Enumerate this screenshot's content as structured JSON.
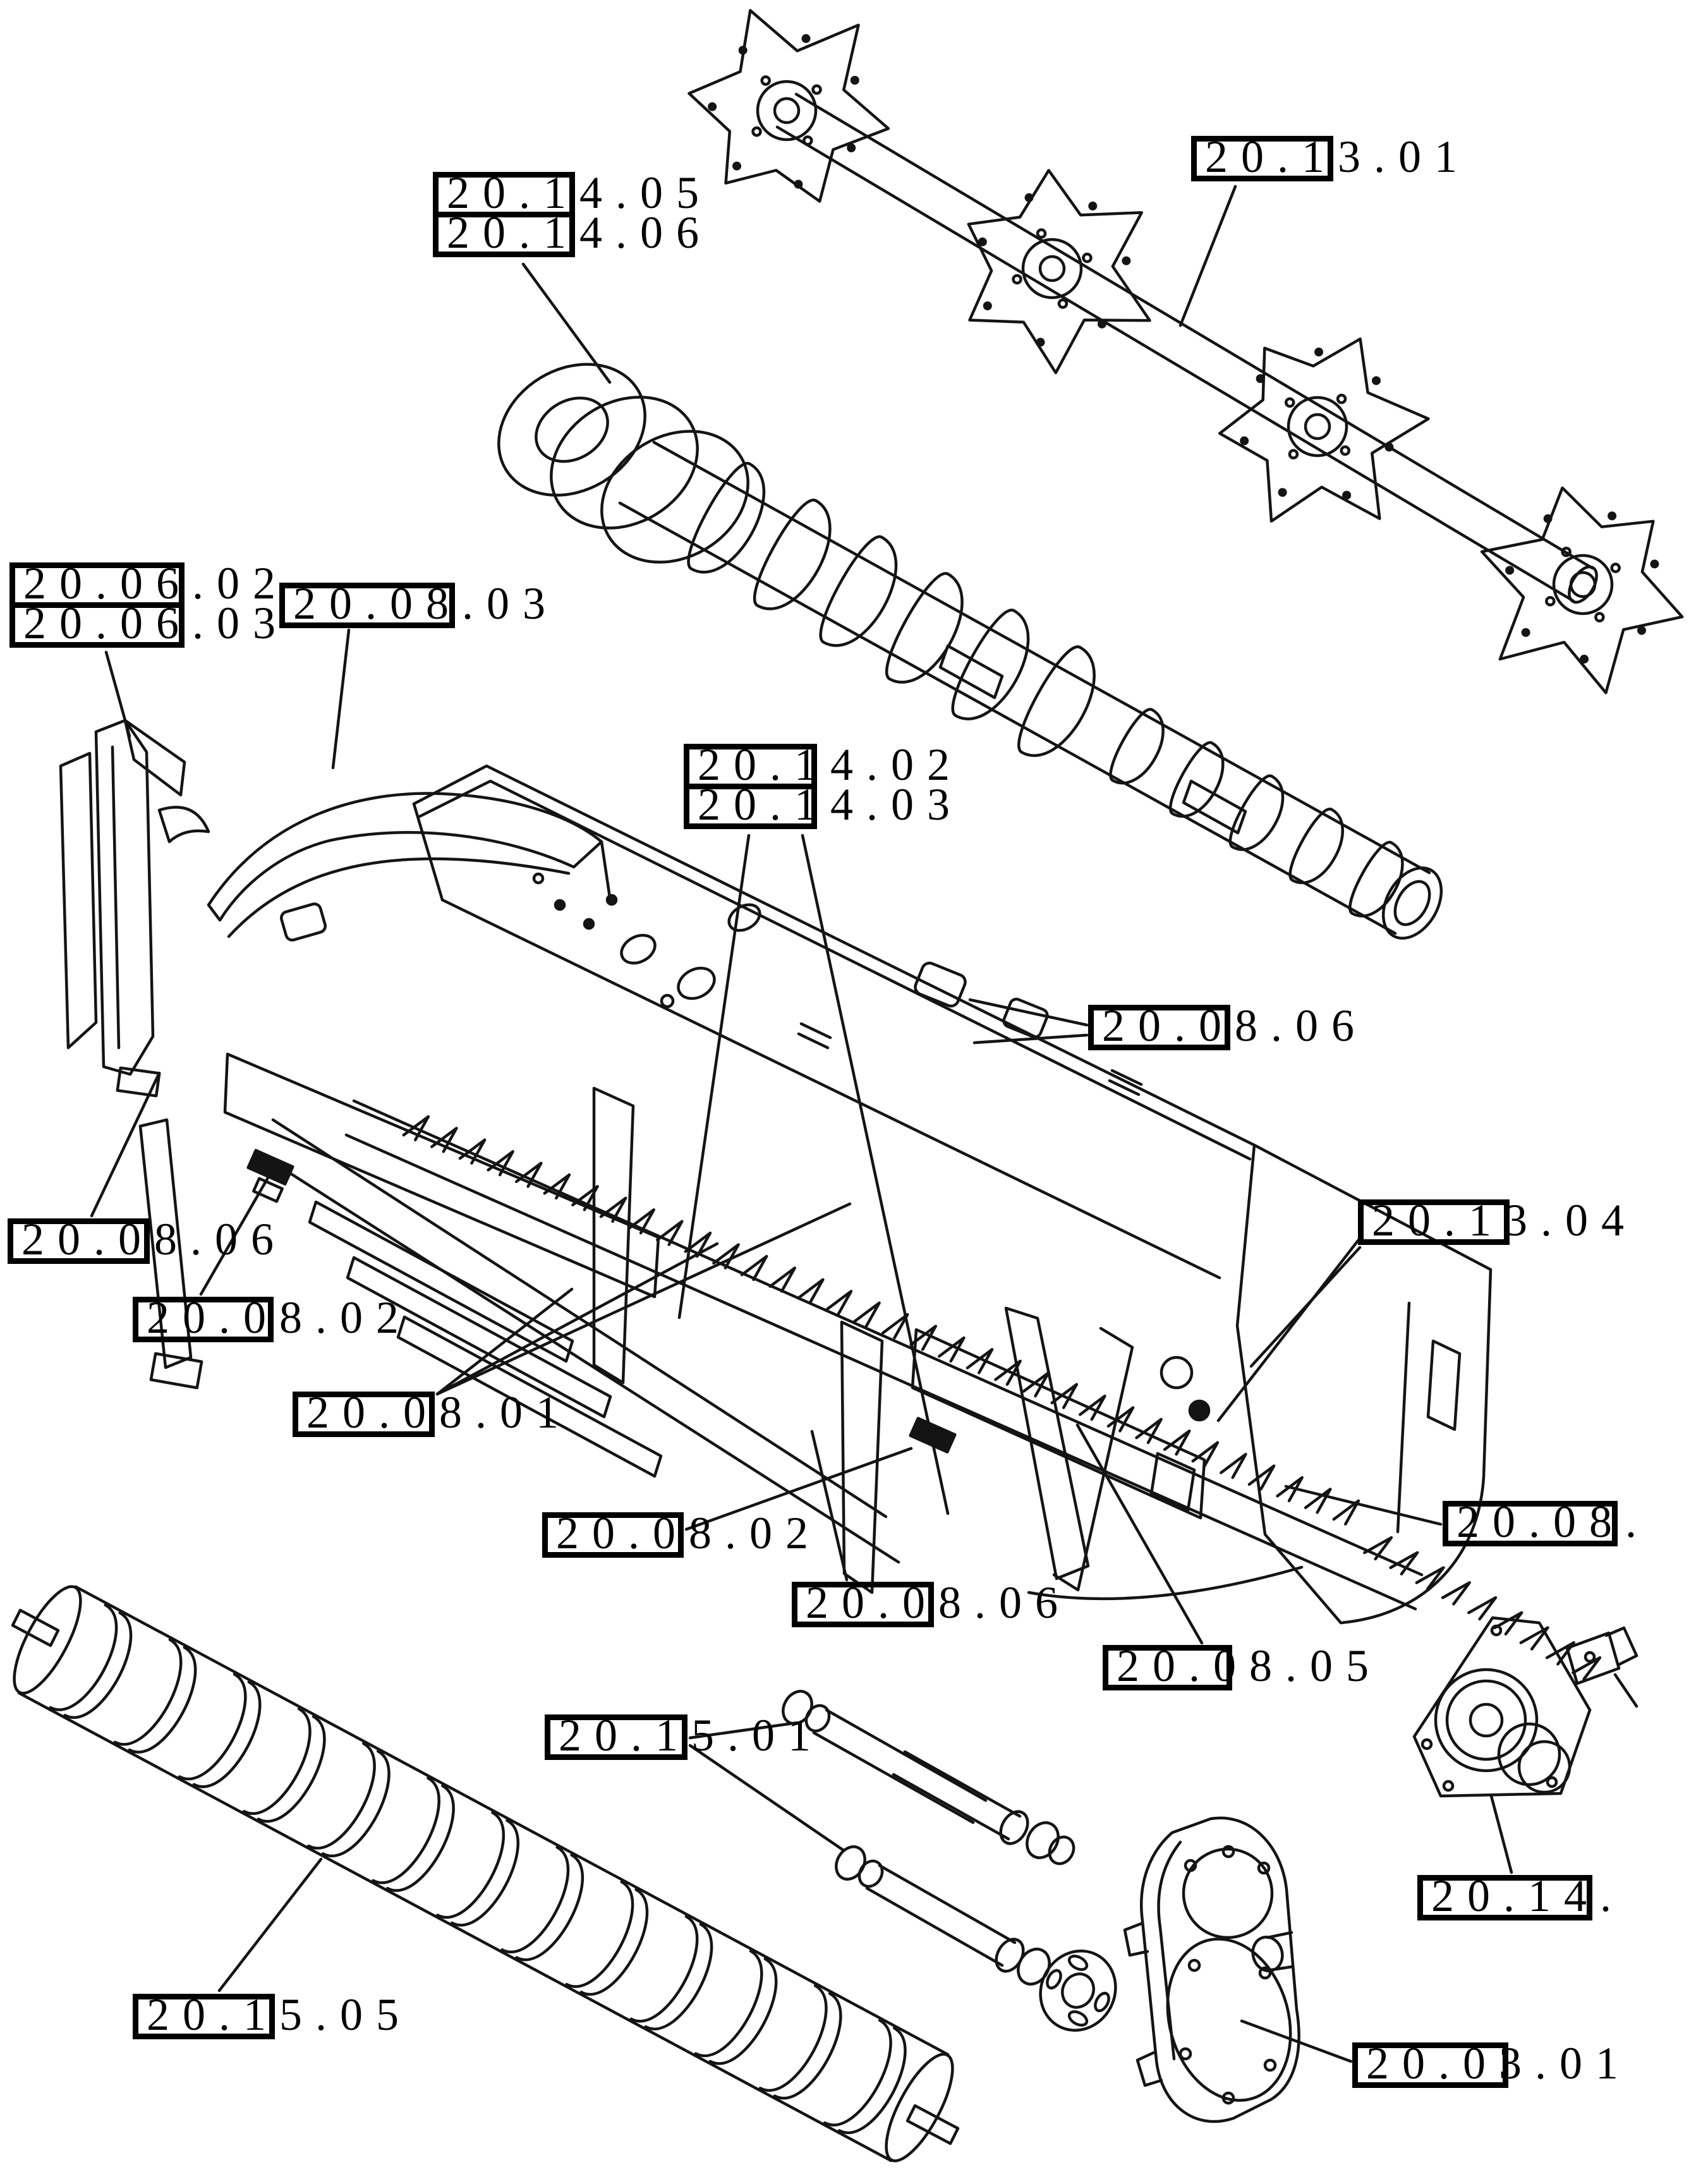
{
  "figure": {
    "type": "exploded-parts-diagram",
    "section": "20",
    "line_color": "#141414"
  },
  "callouts": [
    {
      "name": "auger-tine-assembly",
      "rows": [
        "20.14.05",
        "20.14.06"
      ]
    },
    {
      "name": "reel-shaft",
      "text": "20.13.01"
    },
    {
      "name": "left-divider-shield",
      "rows": [
        "20.06.02",
        "20.06.03"
      ]
    },
    {
      "name": "hood",
      "text": "20.08.03"
    },
    {
      "name": "auger-center",
      "rows": [
        "20.14.02",
        "20.14.03"
      ]
    },
    {
      "name": "clips-right",
      "text": "20.08.06"
    },
    {
      "name": "reel-support-arms",
      "text": "20.13.04"
    },
    {
      "name": "frame-left",
      "text": "20.08.06"
    },
    {
      "name": "latch-left",
      "text": "20.08.02"
    },
    {
      "name": "floor-apron",
      "text": "20.08.01"
    },
    {
      "name": "latch-right",
      "text": "20.08.02"
    },
    {
      "name": "frame-center-bottom",
      "text": "20.08.06"
    },
    {
      "name": "side-panel-right",
      "text": "20.08.05"
    },
    {
      "name": "right-edge-upper-truncated",
      "text": "20.08.",
      "truncated": true
    },
    {
      "name": "pto-drive-shafts",
      "text": "20.15.01"
    },
    {
      "name": "gearmotor-truncated",
      "text": "20.14.",
      "truncated": true
    },
    {
      "name": "spiral-roller",
      "text": "20.15.05"
    },
    {
      "name": "gearbox",
      "text": "20.03.01"
    }
  ]
}
